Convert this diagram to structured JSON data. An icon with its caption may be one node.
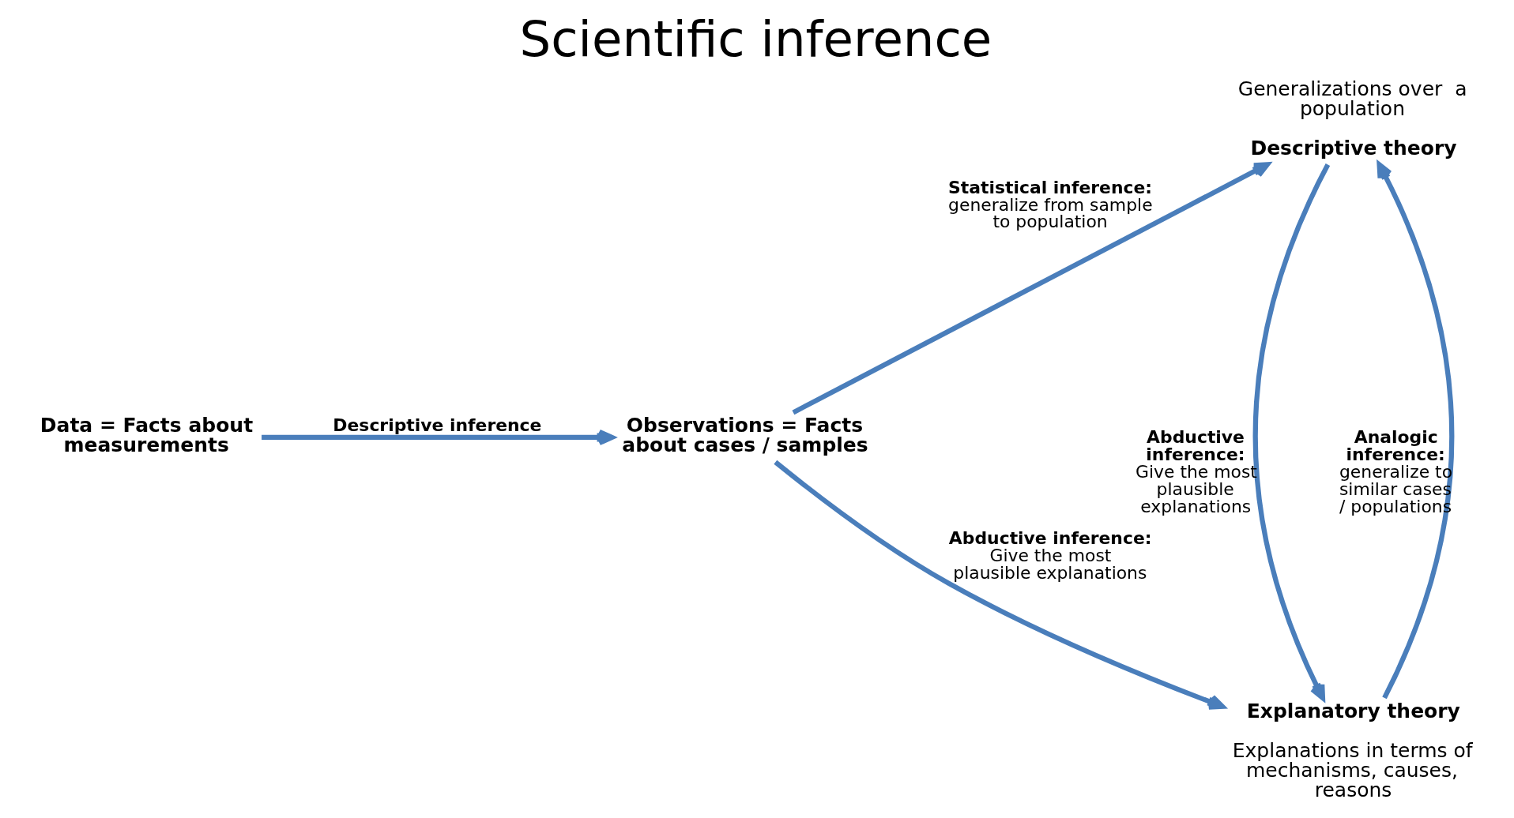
{
  "diagram": {
    "title": "Scientific inference",
    "nodes": [
      {
        "text": [
          "Data = Facts about measurements"
        ]
      },
      {
        "text": [
          "Observations = Facts about cases / samples"
        ]
      },
      {
        "text": [
          "Explanatory theory",
          "Explanations in terms of mechanisms, causes, reasons"
        ]
      },
      {
        "text": [
          "Generalizations over  a population",
          "Descriptive theory"
        ]
      }
    ],
    "edges": [
      {
        "from": 0,
        "to": 1,
        "arrow": "to",
        "label": "Descriptive inference"
      },
      {
        "from": 1,
        "to": 2,
        "arrow": "to",
        "label": "**Abductive inference:** Give the most plausible explanations"
      },
      {
        "from": 1,
        "to": 3,
        "arrow": "to",
        "label": "**Statistical inference:** generalize from sample to population"
      },
      {
        "from": 2,
        "to": 3,
        "arrow": "to",
        "label": "**Analogic inference:** generalize to similar cases / populations"
      },
      {
        "from": 3,
        "to": 2,
        "arrow": "to",
        "label": "**Abductive inference:** Give the most plausible explanations"
      }
    ]
  }
}
